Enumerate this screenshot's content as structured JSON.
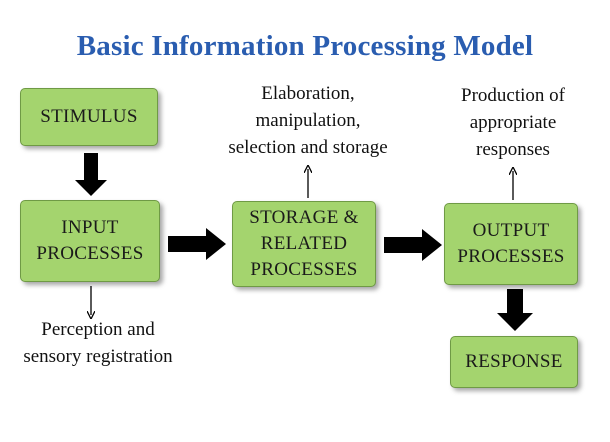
{
  "title": "Basic Information Processing Model",
  "boxes": {
    "stimulus": [
      "STIMULUS"
    ],
    "input": [
      "INPUT",
      "PROCESSES"
    ],
    "storage": [
      "STORAGE &",
      "RELATED",
      "PROCESSES"
    ],
    "output": [
      "OUTPUT",
      "PROCESSES"
    ],
    "response": [
      "RESPONSE"
    ]
  },
  "notes": {
    "perception": [
      "Perception and",
      "sensory registration"
    ],
    "elaboration": [
      "Elaboration,",
      "manipulation,",
      "selection and storage"
    ],
    "production": [
      "Production of",
      "appropriate",
      "responses"
    ]
  },
  "colors": {
    "title": "#2a5db0",
    "box_fill": "#a4d46e",
    "box_border": "#6f9a45",
    "arrow": "#000000"
  }
}
